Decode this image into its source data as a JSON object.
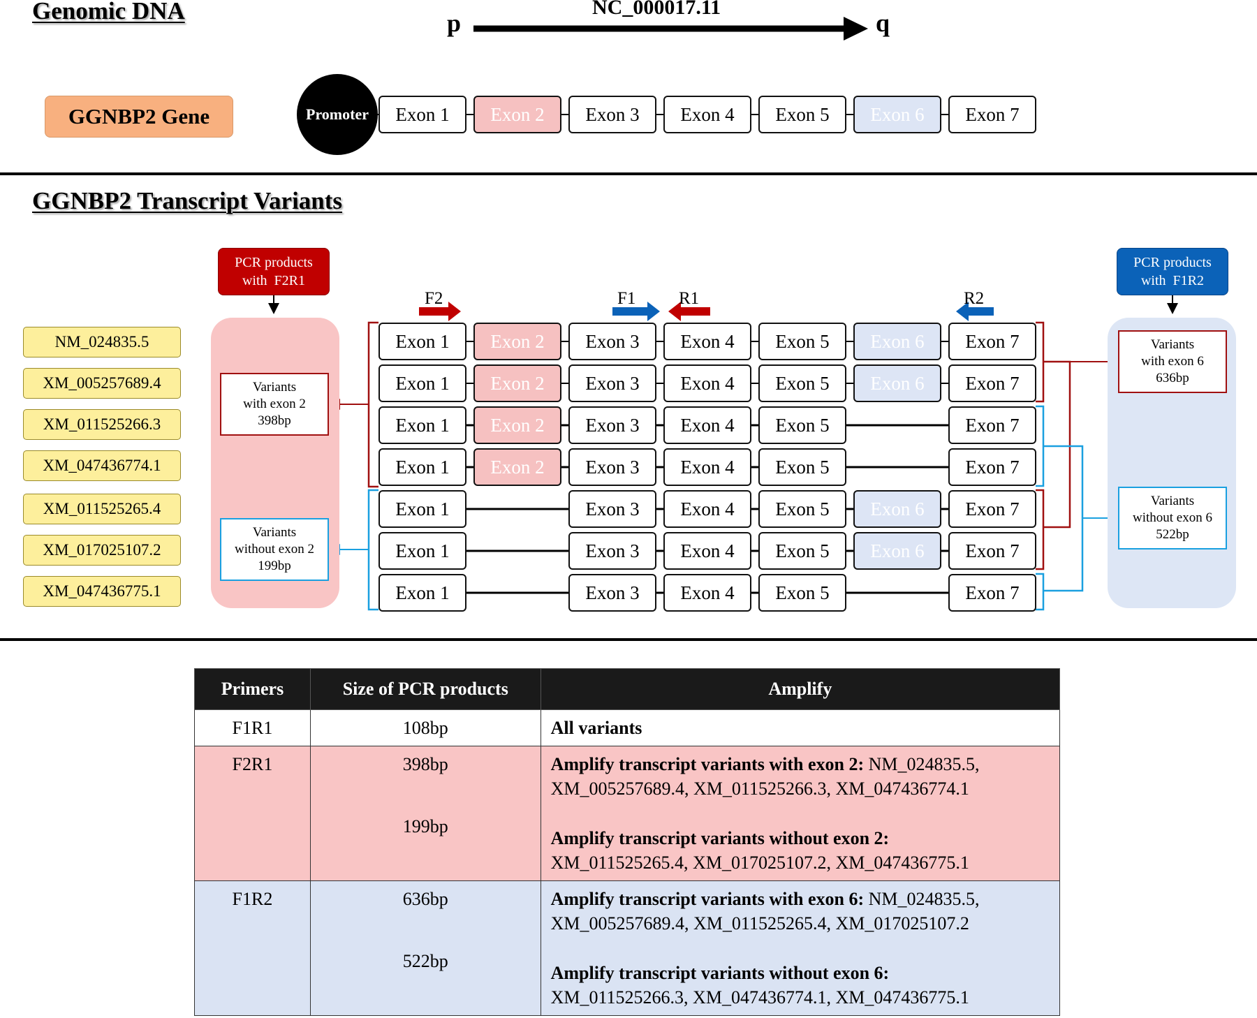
{
  "sections": {
    "genomic_dna": "Genomic DNA",
    "transcript_variants": "GGNBP2 Transcript Variants"
  },
  "chromosome": {
    "accession": "NC_000017.11",
    "p_arm": "p",
    "q_arm": "q"
  },
  "gene": {
    "name": "GGNBP2 Gene",
    "promoter": "Promoter",
    "exons": [
      "Exon 1",
      "Exon 2",
      "Exon 3",
      "Exon 4",
      "Exon 5",
      "Exon 6",
      "Exon 7"
    ]
  },
  "primers": {
    "F2": "F2",
    "F1": "F1",
    "R1": "R1",
    "R2": "R2"
  },
  "transcripts": [
    {
      "id": "NM_024835.5",
      "exons": [
        1,
        2,
        3,
        4,
        5,
        6,
        7
      ]
    },
    {
      "id": "XM_005257689.4",
      "exons": [
        1,
        2,
        3,
        4,
        5,
        6,
        7
      ]
    },
    {
      "id": "XM_011525266.3",
      "exons": [
        1,
        2,
        3,
        4,
        5,
        7
      ]
    },
    {
      "id": "XM_047436774.1",
      "exons": [
        1,
        2,
        3,
        4,
        5,
        7
      ]
    },
    {
      "id": "XM_011525265.4",
      "exons": [
        1,
        3,
        4,
        5,
        6,
        7
      ]
    },
    {
      "id": "XM_017025107.2",
      "exons": [
        1,
        3,
        4,
        5,
        6,
        7
      ]
    },
    {
      "id": "XM_047436775.1",
      "exons": [
        1,
        3,
        4,
        5,
        7
      ]
    }
  ],
  "pcr_left": {
    "title_line1": "PCR products",
    "title_line2": "with  F2R1",
    "with_line1": "Variants",
    "with_line2": "with exon 2",
    "with_line3": "398bp",
    "without_line1": "Variants",
    "without_line2": "without exon 2",
    "without_line3": "199bp"
  },
  "pcr_right": {
    "title_line1": "PCR products",
    "title_line2": "with  F1R2",
    "with_line1": "Variants",
    "with_line2": "with exon 6",
    "with_line3": "636bp",
    "without_line1": "Variants",
    "without_line2": "without exon 6",
    "without_line3": "522bp"
  },
  "table": {
    "headers": [
      "Primers",
      "Size of PCR products",
      "Amplify"
    ],
    "r1": {
      "primer": "F1R1",
      "size": "108bp",
      "amplify": "All variants"
    },
    "r2": {
      "primer": "F2R1",
      "size_a": "398bp",
      "lead_a": "Amplify transcript variants with exon 2:",
      "list_a1": " NM_024835.5,",
      "list_a2": "XM_005257689.4, XM_011525266.3, XM_047436774.1",
      "size_b": "199bp",
      "lead_b": "Amplify transcript variants without exon 2:",
      "list_b": "XM_011525265.4, XM_017025107.2, XM_047436775.1"
    },
    "r3": {
      "primer": "F1R2",
      "size_a": "636bp",
      "lead_a": "Amplify transcript variants with exon 6:",
      "list_a1": " NM_024835.5,",
      "list_a2": "XM_005257689.4, XM_011525265.4, XM_017025107.2",
      "size_b": "522bp",
      "lead_b": "Amplify transcript variants without exon 6:",
      "list_b": "XM_011525266.3, XM_047436774.1, XM_047436775.1"
    }
  },
  "colors": {
    "gene_box": "#f8b07f",
    "pcr_f2r1": "#c00000",
    "pcr_f1r2": "#0b62b8",
    "panel_pink": "#f9c5c5",
    "panel_blue": "#dde6f5",
    "bracket_red": "#a01010",
    "bracket_cyan": "#1aa0e0",
    "exon2_fill": "#f6c1c1",
    "exon6_fill": "#dde5f5",
    "variant_id_fill": "#fdef9c"
  }
}
